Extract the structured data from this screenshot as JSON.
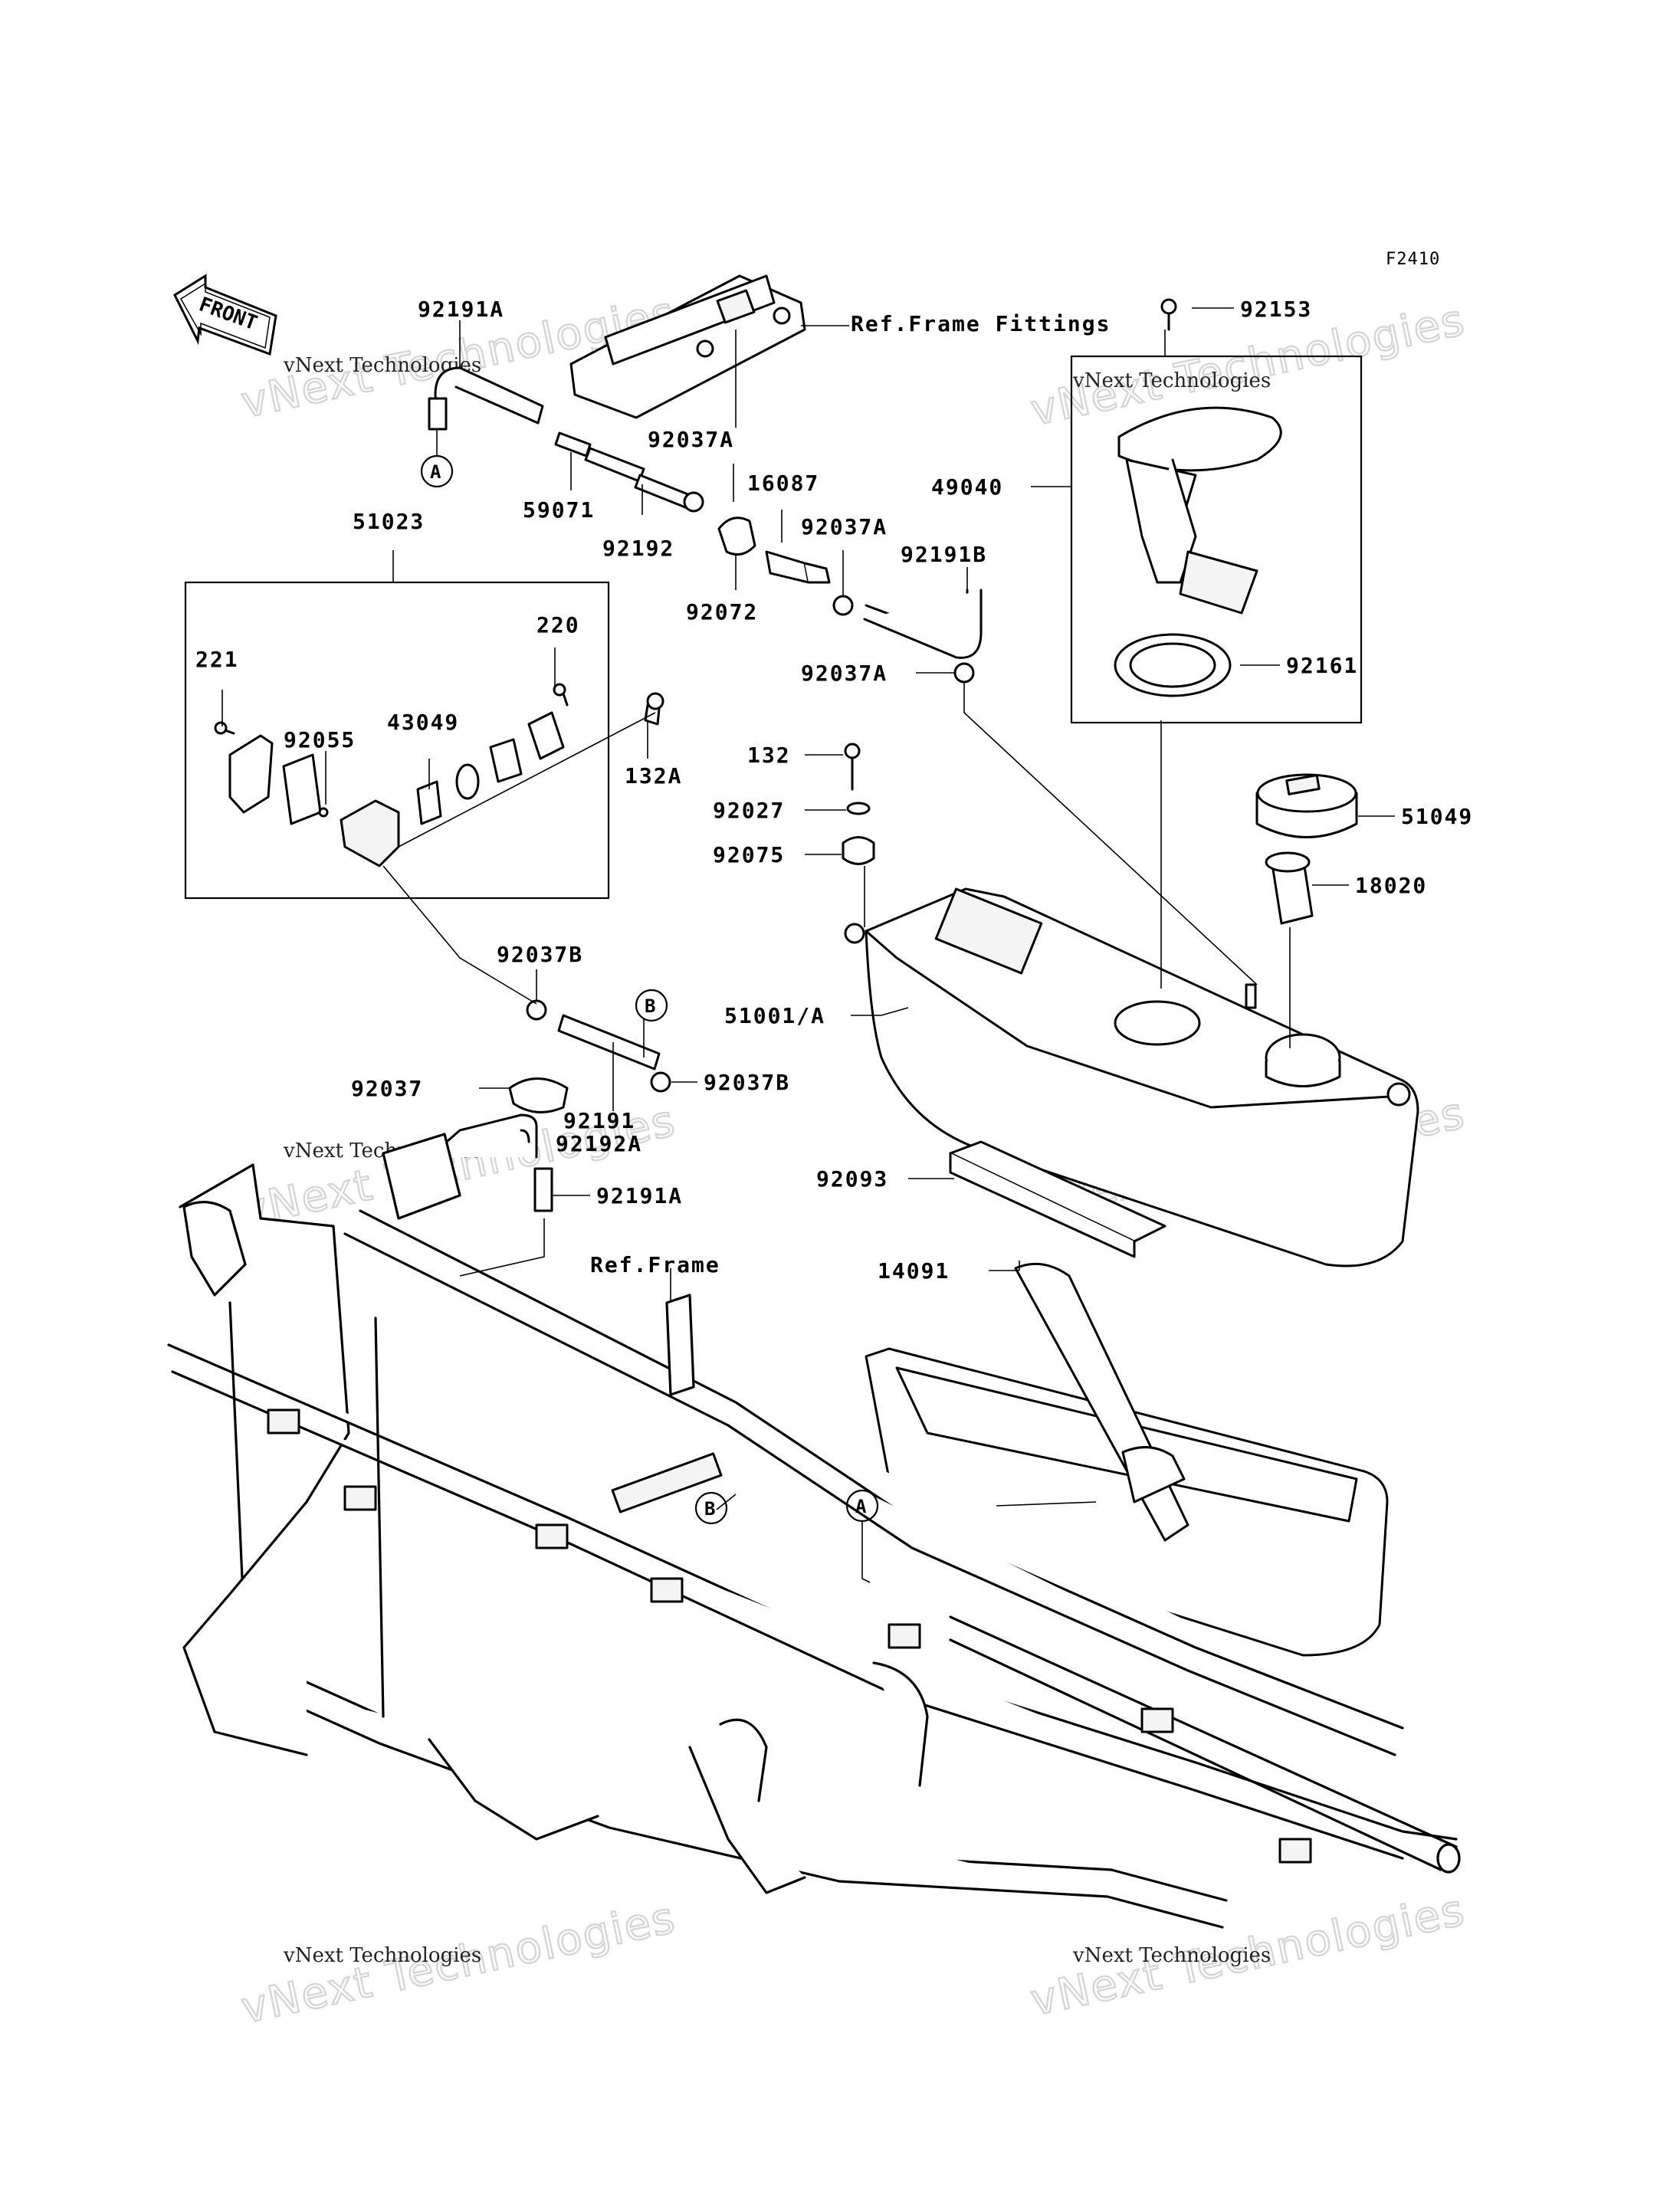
{
  "figure_id": "F2410",
  "front_label": "FRONT",
  "watermark": {
    "small": "vNext Technologies",
    "big": "vNext Technologies"
  },
  "callouts": {
    "a": "A",
    "b": "B"
  },
  "references": {
    "frame_fittings": "Ref.Frame Fittings",
    "frame": "Ref.Frame"
  },
  "parts": {
    "p92191A_top": "92191A",
    "p59071": "59071",
    "p92192": "92192",
    "p92037A_1": "92037A",
    "p16087": "16087",
    "p92037A_2": "92037A",
    "p92072": "92072",
    "p92191B": "92191B",
    "p92037A_3": "92037A",
    "p51023": "51023",
    "p220": "220",
    "p221": "221",
    "p92055": "92055",
    "p43049": "43049",
    "p132A": "132A",
    "p92153": "92153",
    "p49040": "49040",
    "p92161": "92161",
    "p132": "132",
    "p92027": "92027",
    "p92075": "92075",
    "p51049": "51049",
    "p18020": "18020",
    "p51001A": "51001/A",
    "p92037B_1": "92037B",
    "p92037": "92037",
    "p92037B_2": "92037B",
    "p92191": "92191",
    "p92192A": "92192A",
    "p92191A_bot": "92191A",
    "p92093": "92093",
    "p14091": "14091"
  }
}
